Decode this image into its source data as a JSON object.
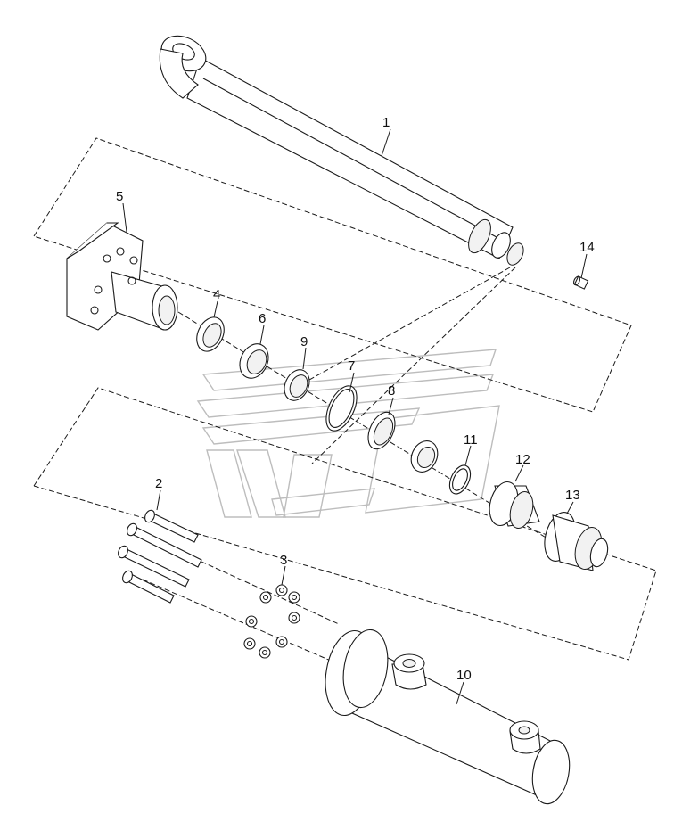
{
  "parts": [
    {
      "number": "1"
    },
    {
      "number": "2"
    },
    {
      "number": "3"
    },
    {
      "number": "4"
    },
    {
      "number": "5"
    },
    {
      "number": "6"
    },
    {
      "number": "7"
    },
    {
      "number": "8"
    },
    {
      "number": "9"
    },
    {
      "number": "10"
    },
    {
      "number": "11"
    },
    {
      "number": "12"
    },
    {
      "number": "13"
    },
    {
      "number": "14"
    }
  ],
  "colors": {
    "line": "#1a1a1a",
    "watermark": "#bdbdbd",
    "background": "#ffffff"
  }
}
